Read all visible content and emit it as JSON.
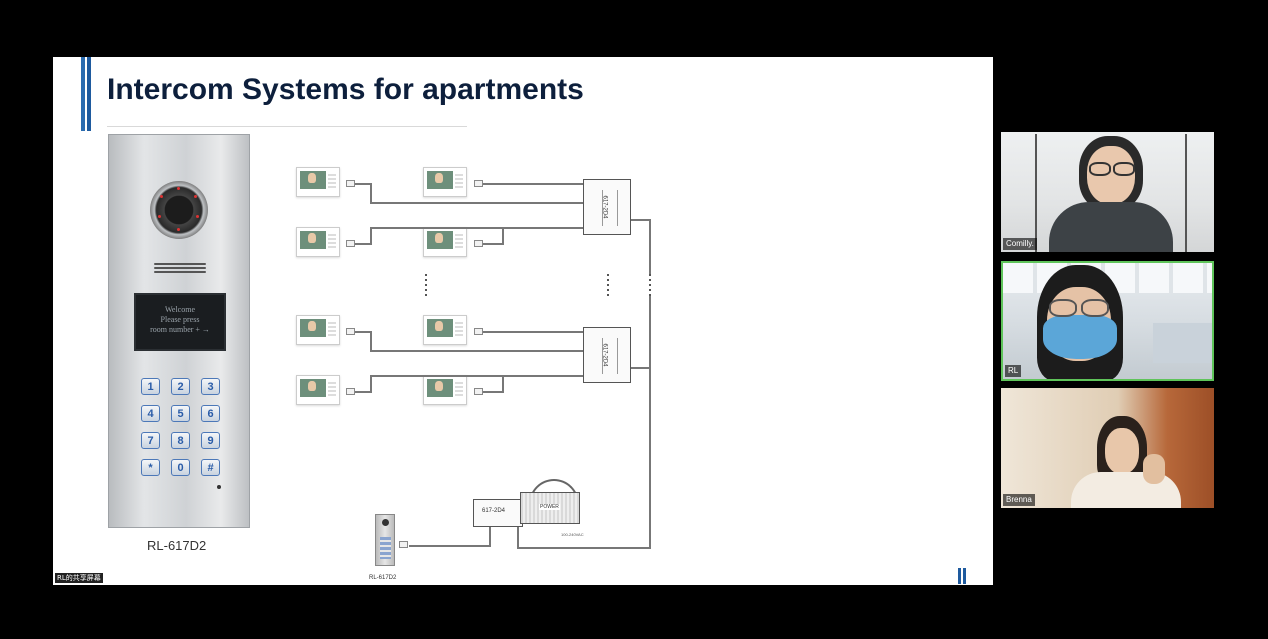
{
  "slide": {
    "title": "Intercom Systems for apartments",
    "panel_model": "RL-617D2",
    "lcd_lines": [
      "Welcome",
      "Please press",
      "room number + →"
    ],
    "keypad_keys": [
      "1",
      "2",
      "3",
      "4",
      "5",
      "6",
      "7",
      "8",
      "9",
      "*",
      "0",
      "#"
    ],
    "diagram": {
      "extension_label": "617-2D4",
      "psu_label": "617-2D4",
      "power_tag": "POWER",
      "power_note": "100-240VAC",
      "outdoor_label": "RL-617D2"
    },
    "share_label": "RL的共享屏幕"
  },
  "participants": [
    {
      "name": "Comilly."
    },
    {
      "name": "RL"
    },
    {
      "name": "Brenna"
    }
  ],
  "colors": {
    "title_accent": "#1e5a9e",
    "active_speaker_border": "#5fc45a",
    "keypad_blue": "#2a5ca8"
  }
}
